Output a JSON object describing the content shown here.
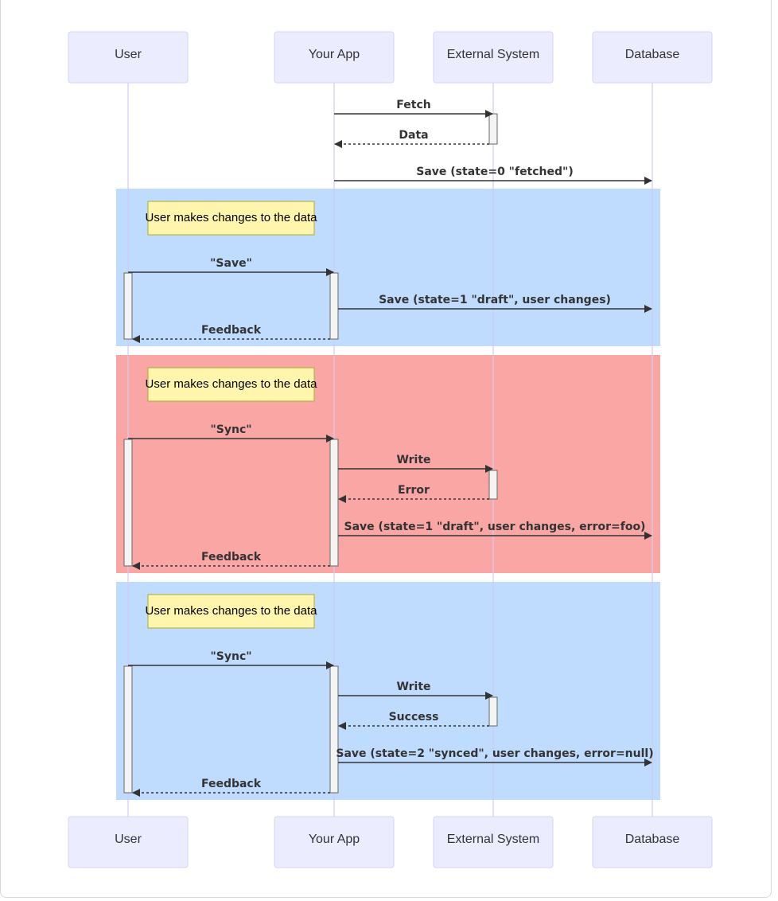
{
  "actors": [
    {
      "id": "user",
      "label": "User"
    },
    {
      "id": "app",
      "label": "Your App"
    },
    {
      "id": "ext",
      "label": "External System"
    },
    {
      "id": "db",
      "label": "Database"
    }
  ],
  "colors": {
    "rect_blue": "#BFDCFE",
    "rect_red": "#F9A6A5",
    "actor_fill": "#ECECFF",
    "note_fill": "#FFF5AD",
    "lifeline": "#D6C7F5",
    "line": "#333333"
  },
  "groups": [
    {
      "color": "blue",
      "note": "User makes changes to the data",
      "note_over": "user"
    },
    {
      "color": "red",
      "note": "User makes changes to the data",
      "note_over": "user"
    },
    {
      "color": "blue",
      "note": "User makes changes to the data",
      "note_over": "user"
    }
  ],
  "messages": [
    {
      "from": "app",
      "to": "ext",
      "label": "Fetch",
      "style": "solid"
    },
    {
      "from": "ext",
      "to": "app",
      "label": "Data",
      "style": "dashed"
    },
    {
      "from": "app",
      "to": "db",
      "label": "Save (state=0 \"fetched\")",
      "style": "solid"
    },
    {
      "from": "user",
      "to": "app",
      "label": "\"Save\"",
      "style": "solid"
    },
    {
      "from": "app",
      "to": "db",
      "label": "Save (state=1 \"draft\", user changes)",
      "style": "solid"
    },
    {
      "from": "app",
      "to": "user",
      "label": "Feedback",
      "style": "dashed"
    },
    {
      "from": "user",
      "to": "app",
      "label": "\"Sync\"",
      "style": "solid"
    },
    {
      "from": "app",
      "to": "ext",
      "label": "Write",
      "style": "solid"
    },
    {
      "from": "ext",
      "to": "app",
      "label": "Error",
      "style": "dashed"
    },
    {
      "from": "app",
      "to": "db",
      "label": "Save (state=1 \"draft\", user changes, error=foo)",
      "style": "solid"
    },
    {
      "from": "app",
      "to": "user",
      "label": "Feedback",
      "style": "dashed"
    },
    {
      "from": "user",
      "to": "app",
      "label": "\"Sync\"",
      "style": "solid"
    },
    {
      "from": "app",
      "to": "ext",
      "label": "Write",
      "style": "solid"
    },
    {
      "from": "ext",
      "to": "app",
      "label": "Success",
      "style": "dashed"
    },
    {
      "from": "app",
      "to": "db",
      "label": "Save (state=2 \"synced\", user changes, error=null)",
      "style": "solid"
    },
    {
      "from": "app",
      "to": "user",
      "label": "Feedback",
      "style": "dashed"
    }
  ]
}
